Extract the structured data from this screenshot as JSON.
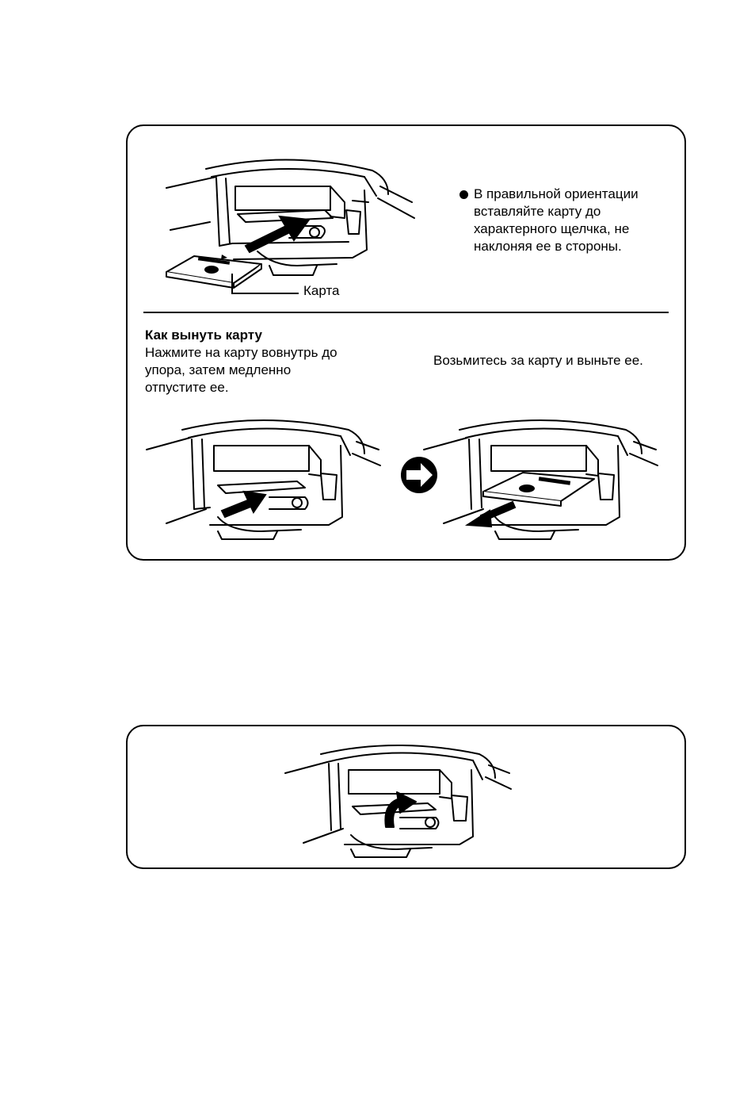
{
  "insert_section": {
    "bullet_lines": [
      "В правильной ориентации",
      "вставляйте карту до",
      "характерного щелчка, не",
      "наклоняя ее в стороны."
    ],
    "card_label": "Карта"
  },
  "remove_section": {
    "heading": "Как вынуть карту",
    "step1_lines": [
      "Нажмите на карту вовнутрь до",
      "упора, затем медленно",
      "отпустите ее."
    ],
    "step2_text": "Возьмитесь за карту и выньте ее."
  },
  "icons": {
    "next_step": "arrow-right-circle-icon"
  }
}
